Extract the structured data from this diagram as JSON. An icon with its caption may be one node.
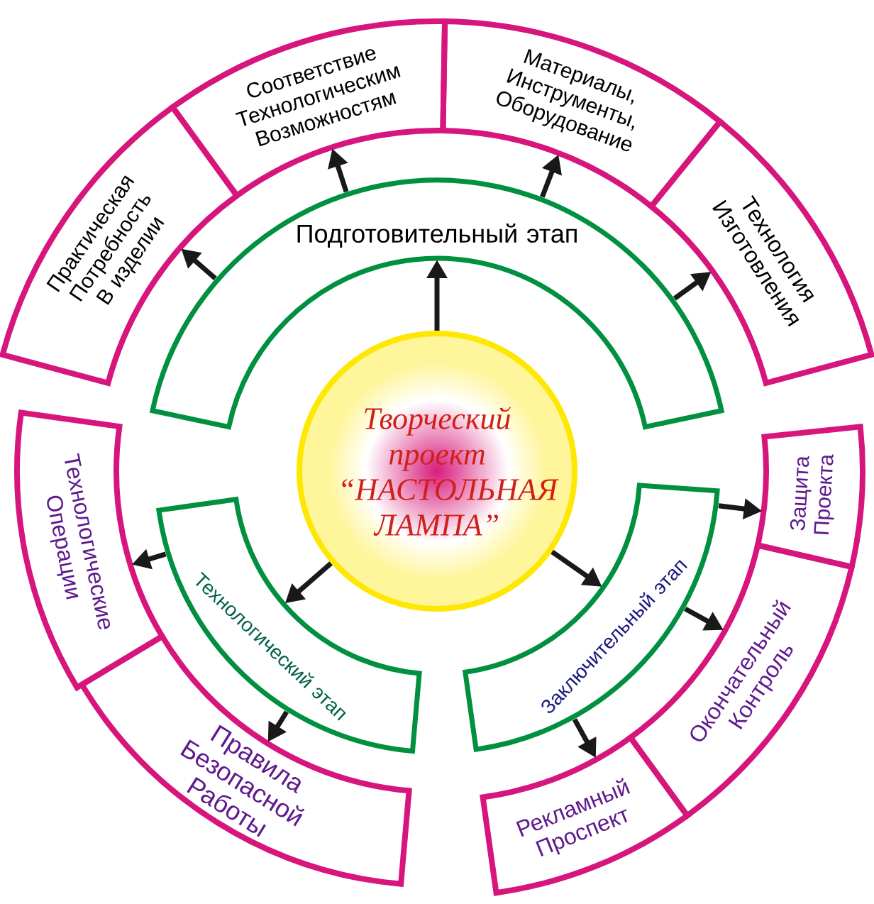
{
  "diagram": {
    "nodes": [
      {
        "text": [
          "Творческий проект “НАСТОЛЬНАЯ ЛАМПА”"
        ]
      },
      {
        "text": [
          "Подготовительный этап"
        ]
      },
      {
        "text": [
          "Практическая Потребность В изделии"
        ]
      },
      {
        "text": [
          "Соответствие Технологическим Возможностям"
        ]
      },
      {
        "text": [
          "Материалы, Инструменты, Оборудование"
        ]
      },
      {
        "text": [
          "Технология Изготовления"
        ]
      },
      {
        "text": [
          "Технологический этап"
        ]
      },
      {
        "text": [
          "Технологические Операции"
        ]
      },
      {
        "text": [
          "Правила Безопасной Работы"
        ]
      },
      {
        "text": [
          "Заключительный этап"
        ]
      },
      {
        "text": [
          "Защита Проекта"
        ]
      },
      {
        "text": [
          "Окончательный Контроль"
        ]
      },
      {
        "text": [
          "Рекламный Проспект"
        ]
      }
    ],
    "edges": [
      {
        "from": 0,
        "to": 1,
        "arrow": "to"
      },
      {
        "from": 1,
        "to": 2,
        "arrow": "to"
      },
      {
        "from": 1,
        "to": 3,
        "arrow": "to"
      },
      {
        "from": 1,
        "to": 4,
        "arrow": "to"
      },
      {
        "from": 1,
        "to": 5,
        "arrow": "to"
      },
      {
        "from": 0,
        "to": 6,
        "arrow": "to"
      },
      {
        "from": 6,
        "to": 7,
        "arrow": "to"
      },
      {
        "from": 6,
        "to": 8,
        "arrow": "to"
      },
      {
        "from": 0,
        "to": 9,
        "arrow": "to"
      },
      {
        "from": 9,
        "to": 10,
        "arrow": "to"
      },
      {
        "from": 9,
        "to": 11,
        "arrow": "to"
      },
      {
        "from": 9,
        "to": 12,
        "arrow": "to"
      }
    ]
  }
}
